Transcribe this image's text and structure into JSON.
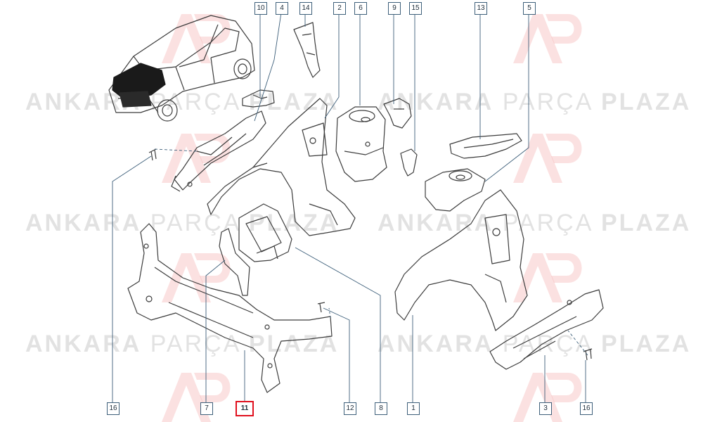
{
  "watermark": {
    "brand_bold_1": "ANKARA",
    "brand_light": "PARÇA",
    "brand_bold_2": "PLAZA",
    "logo_letters": "AP",
    "logo_color": "#f0a0a0"
  },
  "callouts": [
    {
      "id": "10",
      "highlighted": false
    },
    {
      "id": "4",
      "highlighted": false
    },
    {
      "id": "14",
      "highlighted": false
    },
    {
      "id": "2",
      "highlighted": false
    },
    {
      "id": "6",
      "highlighted": false
    },
    {
      "id": "9",
      "highlighted": false
    },
    {
      "id": "15",
      "highlighted": false
    },
    {
      "id": "13",
      "highlighted": false
    },
    {
      "id": "5",
      "highlighted": false
    },
    {
      "id": "16",
      "highlighted": false
    },
    {
      "id": "7",
      "highlighted": false
    },
    {
      "id": "11",
      "highlighted": true
    },
    {
      "id": "12",
      "highlighted": false
    },
    {
      "id": "8",
      "highlighted": false
    },
    {
      "id": "1",
      "highlighted": false
    },
    {
      "id": "3",
      "highlighted": false
    },
    {
      "id": "16",
      "highlighted": false
    }
  ],
  "colors": {
    "line": "#3c3c3c",
    "callout_border": "#3d5f7a",
    "highlight": "#e0101e"
  }
}
